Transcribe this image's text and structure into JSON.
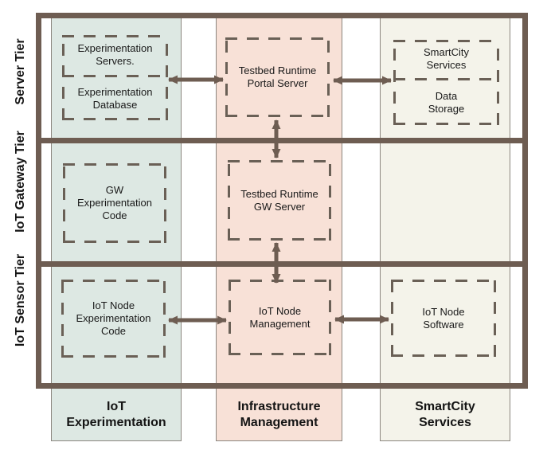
{
  "tiers": [
    {
      "label": "Server Tier"
    },
    {
      "label": "IoT Gateway Tier"
    },
    {
      "label": "IoT Sensor Tier"
    }
  ],
  "columns": [
    {
      "legend": "IoT\nExperimentation",
      "color": "#dde8e3"
    },
    {
      "legend": "Infrastructure\nManagement",
      "color": "#f8e1d7"
    },
    {
      "legend": "SmartCity\nServices",
      "color": "#f4f3ea"
    }
  ],
  "boxes": {
    "experimentation_servers": {
      "text": "Experimentation\nServers."
    },
    "experimentation_database": {
      "text": "Experimentation\nDatabase"
    },
    "testbed_runtime_portal_server": {
      "text": "Testbed Runtime\nPortal Server"
    },
    "smartcity_services": {
      "text": "SmartCity\nServices"
    },
    "data_storage": {
      "text": "Data\nStorage"
    },
    "gw_experimentation_code": {
      "text": "GW\nExperimentation\nCode"
    },
    "testbed_runtime_gw_server": {
      "text": "Testbed Runtime\nGW Server"
    },
    "iot_node_experimentation_code": {
      "text": "IoT Node\nExperimentation\nCode"
    },
    "iot_node_management": {
      "text": "IoT Node\nManagement"
    },
    "iot_node_software": {
      "text": "IoT Node\nSoftware"
    }
  },
  "colors": {
    "frame": "#6e5d52",
    "tier_divider": "#6e5d52",
    "dashed_box": "#6a6056",
    "arrow": "#6e5d52",
    "column_iot_experimentation": "#dde8e3",
    "column_infrastructure_management": "#f8e1d7",
    "column_smartcity_services": "#f4f3ea",
    "text": "#141414"
  }
}
